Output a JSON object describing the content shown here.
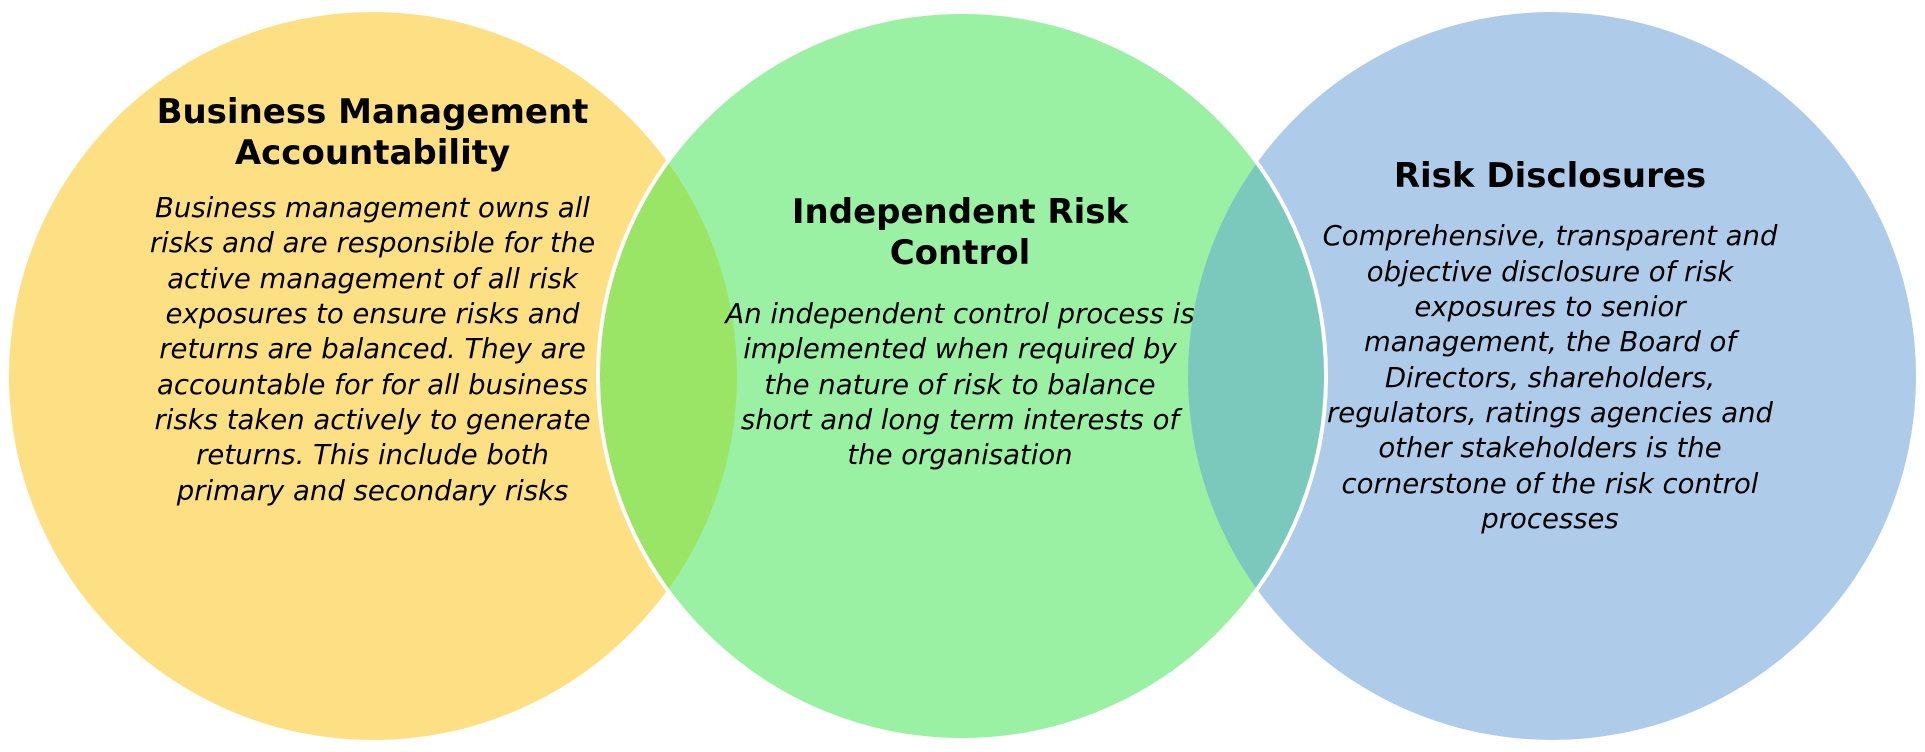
{
  "colors": {
    "left_circle": "#FDDF84",
    "center_circle": "#9AF0A3",
    "right_circle": "#AECBE9",
    "left_center_overlap": "#9AE466",
    "center_right_overlap": "#7BC8BC",
    "outline": "#ffffff",
    "text": "#000000"
  },
  "circles": {
    "left": {
      "title": "Business Management Accountability",
      "body": "Business management owns all risks and are responsible for the active management of all risk exposures to ensure risks and returns are balanced. They are accountable for for all business risks taken actively to generate returns. This include both primary and secondary risks"
    },
    "center": {
      "title": "Independent Risk Control",
      "body": "An independent control process is implemented when required by the nature of risk to balance short and long term interests of the organisation"
    },
    "right": {
      "title": "Risk Disclosures",
      "body": "Comprehensive, transparent and objective disclosure of risk exposures to senior management, the Board of Directors, shareholders, regulators, ratings agencies and other stakeholders is the cornerstone of the risk control processes"
    }
  }
}
